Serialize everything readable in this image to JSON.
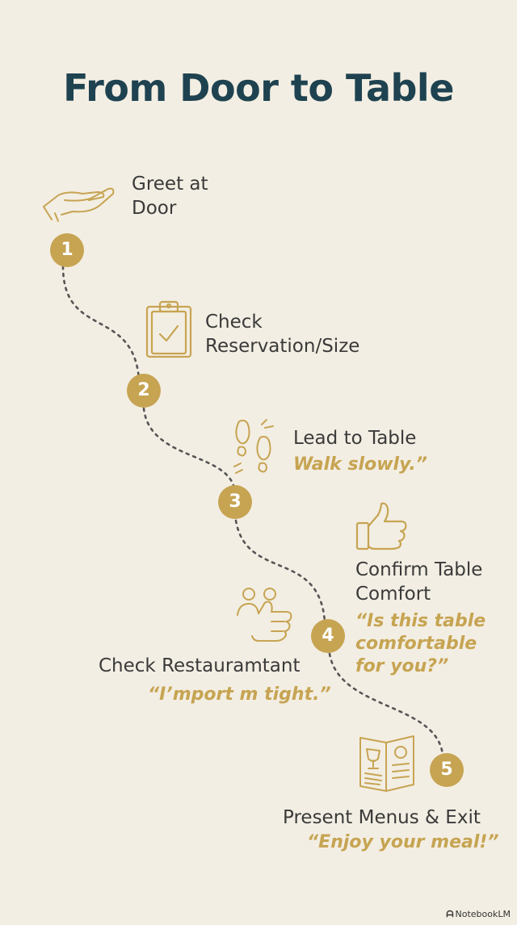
{
  "title": "From Door to Table",
  "accent_color": "#c6a452",
  "title_color": "#1e4250",
  "background_color": "#f3eee3",
  "steps": [
    {
      "number": "1",
      "label_line1": "Greet at",
      "label_line2": "Door",
      "icon": "hand-icon"
    },
    {
      "number": "2",
      "label_line1": "Check",
      "label_line2": "Reservation/Size",
      "icon": "clipboard-icon"
    },
    {
      "number": "3",
      "label_line1": "Lead to Table",
      "quote": "Walk slowly.”",
      "icon": "footprints-icon"
    },
    {
      "number": "4",
      "label_line1": "Confirm Table",
      "label_line2": "Comfort",
      "quote_line1": "“Is this table",
      "quote_line2": "comfortable",
      "quote_line3": "for you?”",
      "icon": "thumbs-up-icon"
    },
    {
      "number": "5",
      "label_line1": "Present Menus & Exit",
      "quote": "“Enjoy your meal!”",
      "icon": "menu-icon"
    }
  ],
  "side_note": {
    "label": "Check Restauramtant",
    "quote": "“I’mport m tight.”",
    "icon": "thumbs-up-people-icon"
  },
  "brand": {
    "mark": "ᗩ",
    "name": "NotebookLM"
  }
}
